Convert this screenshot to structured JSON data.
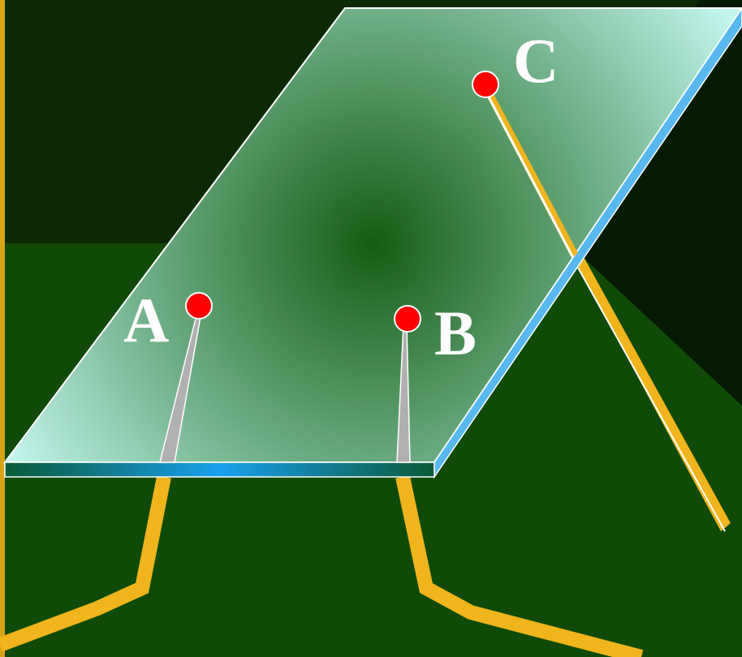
{
  "diagram": {
    "points": [
      {
        "id": "a",
        "label": "A"
      },
      {
        "id": "b",
        "label": "B"
      },
      {
        "id": "c",
        "label": "C"
      }
    ]
  },
  "colors": {
    "background_dark": "#0b2a04",
    "background_green": "#0f4a06",
    "left_border": "#d9a316",
    "plane_center": "#175c12",
    "plane_edge": "#c3f5ee",
    "plane_outline": "#ffffff",
    "right_edge": "#58b8f0",
    "bottom_edge_dark": "#0a5a38",
    "bottom_edge_bright": "#1aa0ee",
    "pin_color": "#b0b0b0",
    "wire_color": "#f0b51c",
    "point_fill": "#ff0000"
  }
}
